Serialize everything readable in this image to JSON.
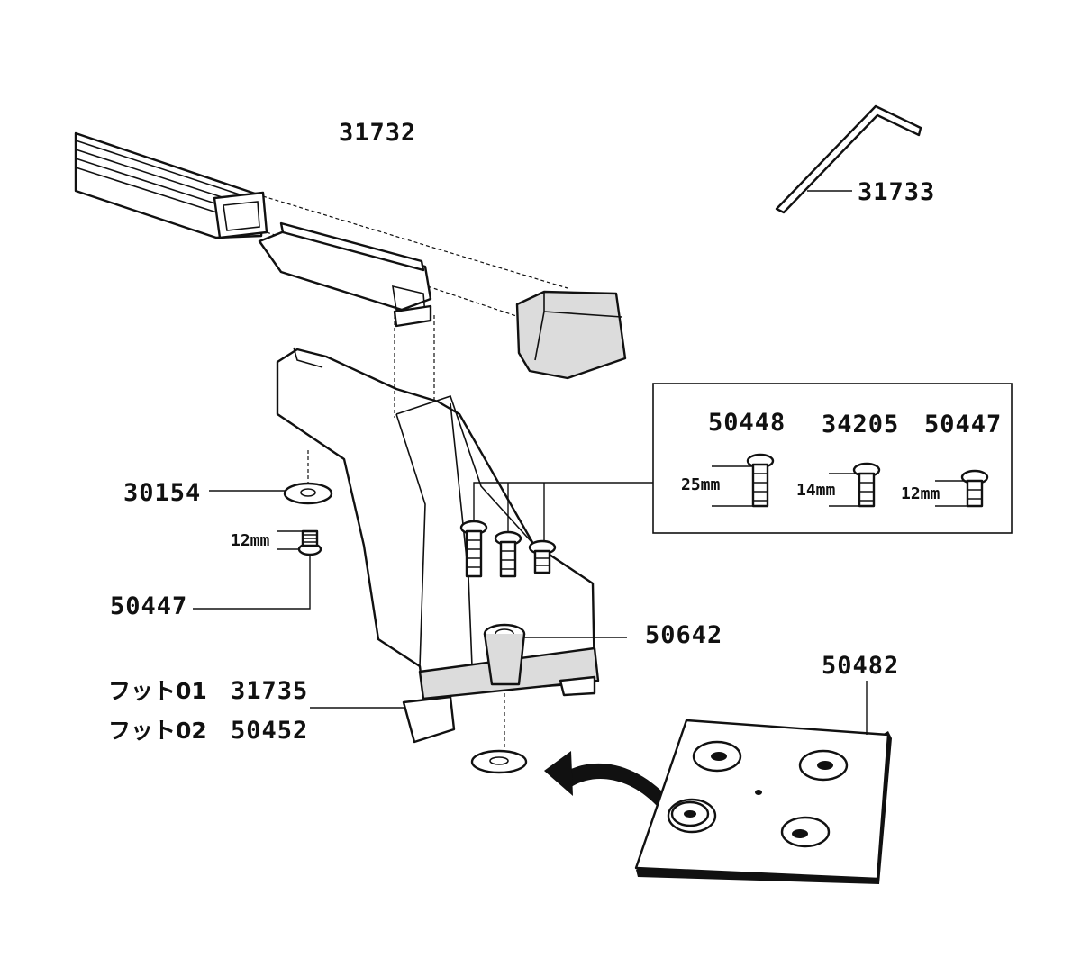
{
  "labels": {
    "bar": "31732",
    "hex_key": "31733",
    "washer": "30154",
    "bolt_left": "50447",
    "bolt_left_len": "12mm",
    "bush": "50642",
    "pad": "50482",
    "foot01_name": "フット01",
    "foot01_code": "31735",
    "foot02_name": "フット02",
    "foot02_code": "50452"
  },
  "bolt_box": {
    "codes": [
      "50448",
      "34205",
      "50447"
    ],
    "lengths": [
      "25mm",
      "14mm",
      "12mm"
    ]
  }
}
